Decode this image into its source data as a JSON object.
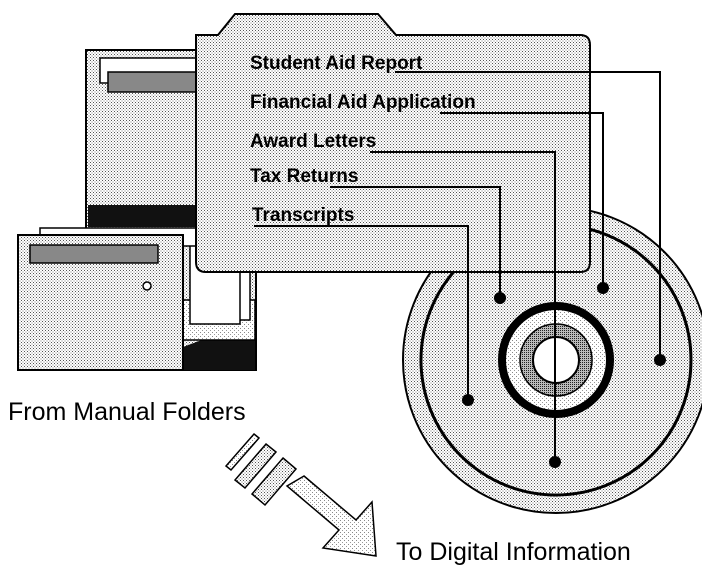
{
  "folder": {
    "items": [
      {
        "label": "Student Aid Report"
      },
      {
        "label": "Financial Aid Application"
      },
      {
        "label": "Award Letters"
      },
      {
        "label": "Tax Returns"
      },
      {
        "label": "Transcripts"
      }
    ]
  },
  "captions": {
    "from": "From Manual Folders",
    "to": "To Digital Information"
  }
}
